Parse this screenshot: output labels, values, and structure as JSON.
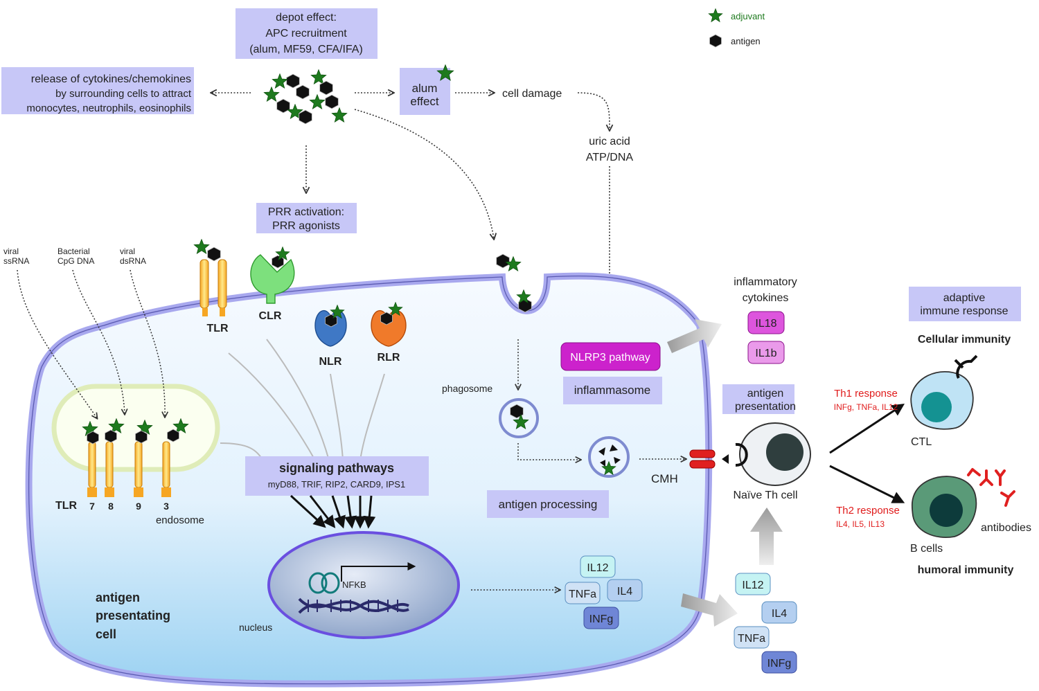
{
  "legend": {
    "adjuvant": "adjuvant",
    "antigen": "antigen"
  },
  "labels": {
    "depot_1": "depot effect:",
    "depot_2": "APC recruitment",
    "depot_3": "(alum, MF59, CFA/IFA)",
    "release_1": "release of cytokines/chemokines",
    "release_2": "by surrounding cells to attract",
    "release_3": "monocytes, neutrophils, eosinophils",
    "alum_1": "alum",
    "alum_2": "effect",
    "cell_damage": "cell damage",
    "uric_1": "uric acid",
    "uric_2": "ATP/DNA",
    "prr_1": "PRR activation:",
    "prr_2": "PRR agonists",
    "viral_ss_1": "viral",
    "viral_ss_2": "ssRNA",
    "bact_1": "Bacterial",
    "bact_2": "CpG DNA",
    "viral_ds_1": "viral",
    "viral_ds_2": "dsRNA",
    "tlr_top": "TLR",
    "clr": "CLR",
    "nlr": "NLR",
    "rlr": "RLR",
    "tlr_endo": "TLR",
    "tlr7": "7",
    "tlr8": "8",
    "tlr9": "9",
    "tlr3": "3",
    "endosome": "endosome",
    "signaling_title": "signaling pathways",
    "signaling_sub": "myD88, TRIF, RIP2, CARD9, IPS1",
    "nfkb": "NFKB",
    "nucleus": "nucleus",
    "apc_1": "antigen",
    "apc_2": "presentating",
    "apc_3": "cell",
    "phagosome": "phagosome",
    "antigen_processing": "antigen processing",
    "nlrp3": "NLRP3 pathway",
    "inflammasome": "inflammasome",
    "inflam_cyto_1": "inflammatory",
    "inflam_cyto_2": "cytokines",
    "il18": "IL18",
    "il1b": "IL1b",
    "ag_pres_1": "antigen",
    "ag_pres_2": "presentation",
    "cmh": "CMH",
    "naive_th": "Naïve Th cell",
    "adaptive_1": "adaptive",
    "adaptive_2": "immune response",
    "cellular_immunity": "Cellular immunity",
    "th1": "Th1 response",
    "th1_cyto": "INFg, TNFa, IL12",
    "ctl": "CTL",
    "th2": "Th2 response",
    "th2_cyto": "IL4, IL5, IL13",
    "antibodies": "antibodies",
    "b_cells": "B cells",
    "humoral_immunity": "humoral immunity",
    "in_il12": "IL12",
    "in_tnfa": "TNFa",
    "in_il4": "IL4",
    "in_infg": "INFg",
    "out_il12": "IL12",
    "out_il4": "IL4",
    "out_tnfa": "TNFa",
    "out_infg": "INFg"
  },
  "colors": {
    "box": "#c7c7f7",
    "adjuvant": "#1e7a1e",
    "antigen": "#111111",
    "membrane": "#a8a8ee",
    "red_text": "#e01b1b",
    "nlrp3": "#cc22cc"
  }
}
